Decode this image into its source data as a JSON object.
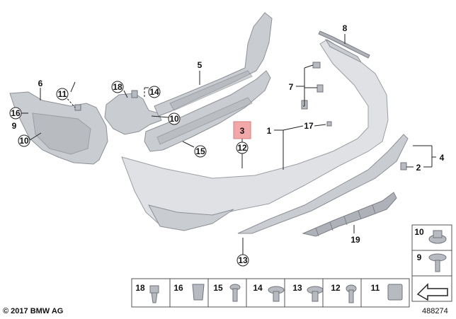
{
  "diagram": {
    "callouts": {
      "c1": "1",
      "c2": "2",
      "c3": "3",
      "c4": "4",
      "c5": "5",
      "c6": "6",
      "c7": "7",
      "c8": "8",
      "c9": "9",
      "c10a": "10",
      "c10b": "10",
      "c11": "11",
      "c12": "12",
      "c13": "13",
      "c14": "14",
      "c15": "15",
      "c16": "16",
      "c17": "17",
      "c18": "18",
      "c19": "19"
    },
    "hardware_right": {
      "h10": "10",
      "h9": "9"
    },
    "hardware_row": {
      "r18": "18",
      "r16": "16",
      "r15": "15",
      "r14": "14",
      "r13": "13",
      "r12": "12",
      "r11": "11"
    }
  },
  "footer": {
    "copyright": "© 2017 BMW AG",
    "ref_number": "488274"
  },
  "colors": {
    "highlight": "#f2a7a9",
    "part": "#c9ccd0",
    "line": "#222222"
  }
}
